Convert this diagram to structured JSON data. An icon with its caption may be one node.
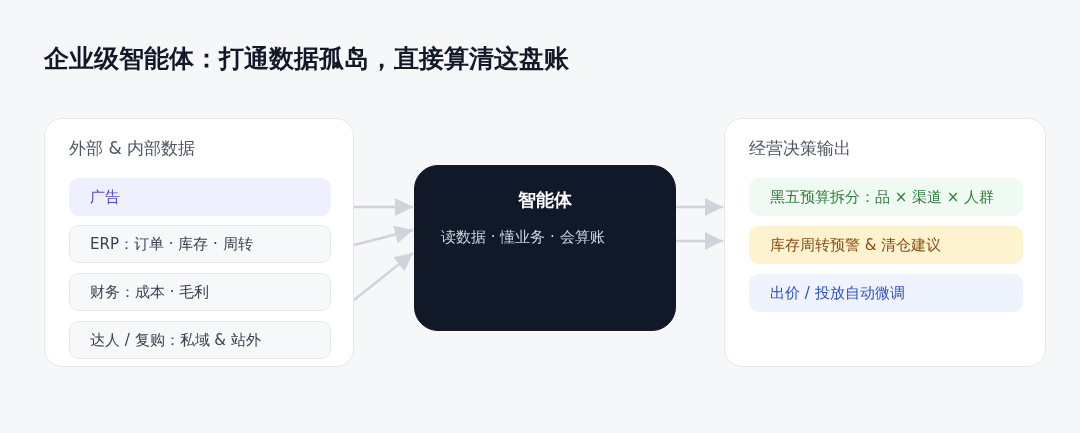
{
  "diagram": {
    "title": "企业级智能体：打通数据孤岛，直接算清这盘账",
    "nodes": [
      {
        "text": [
          "外部 & 内部数据"
        ]
      },
      {
        "text": [
          "广告"
        ],
        "in": 0
      },
      {
        "text": [
          "ERP：订单 · 库存 · 周转"
        ],
        "in": 0
      },
      {
        "text": [
          "财务：成本 · 毛利"
        ],
        "in": 0
      },
      {
        "text": [
          "达人 / 复购：私域 & 站外"
        ],
        "in": 0
      },
      {
        "text": [
          "智能体",
          "读数据 · 懂业务 · 会算账"
        ]
      },
      {
        "text": [
          "经营决策输出"
        ]
      },
      {
        "text": [
          "黑五预算拆分：品 × 渠道 × 人群"
        ],
        "in": 6
      },
      {
        "text": [
          "库存周转预警 & 清仓建议"
        ],
        "in": 6
      },
      {
        "text": [
          "出价 / 投放自动微调"
        ],
        "in": 6
      }
    ],
    "edges": [
      {
        "from": 0,
        "to": 5,
        "arrow": "to"
      },
      {
        "from": 0,
        "to": 5,
        "arrow": "to"
      },
      {
        "from": 0,
        "to": 5,
        "arrow": "to"
      },
      {
        "from": 5,
        "to": 6,
        "arrow": "to"
      },
      {
        "from": 5,
        "to": 6,
        "arrow": "to"
      }
    ]
  }
}
